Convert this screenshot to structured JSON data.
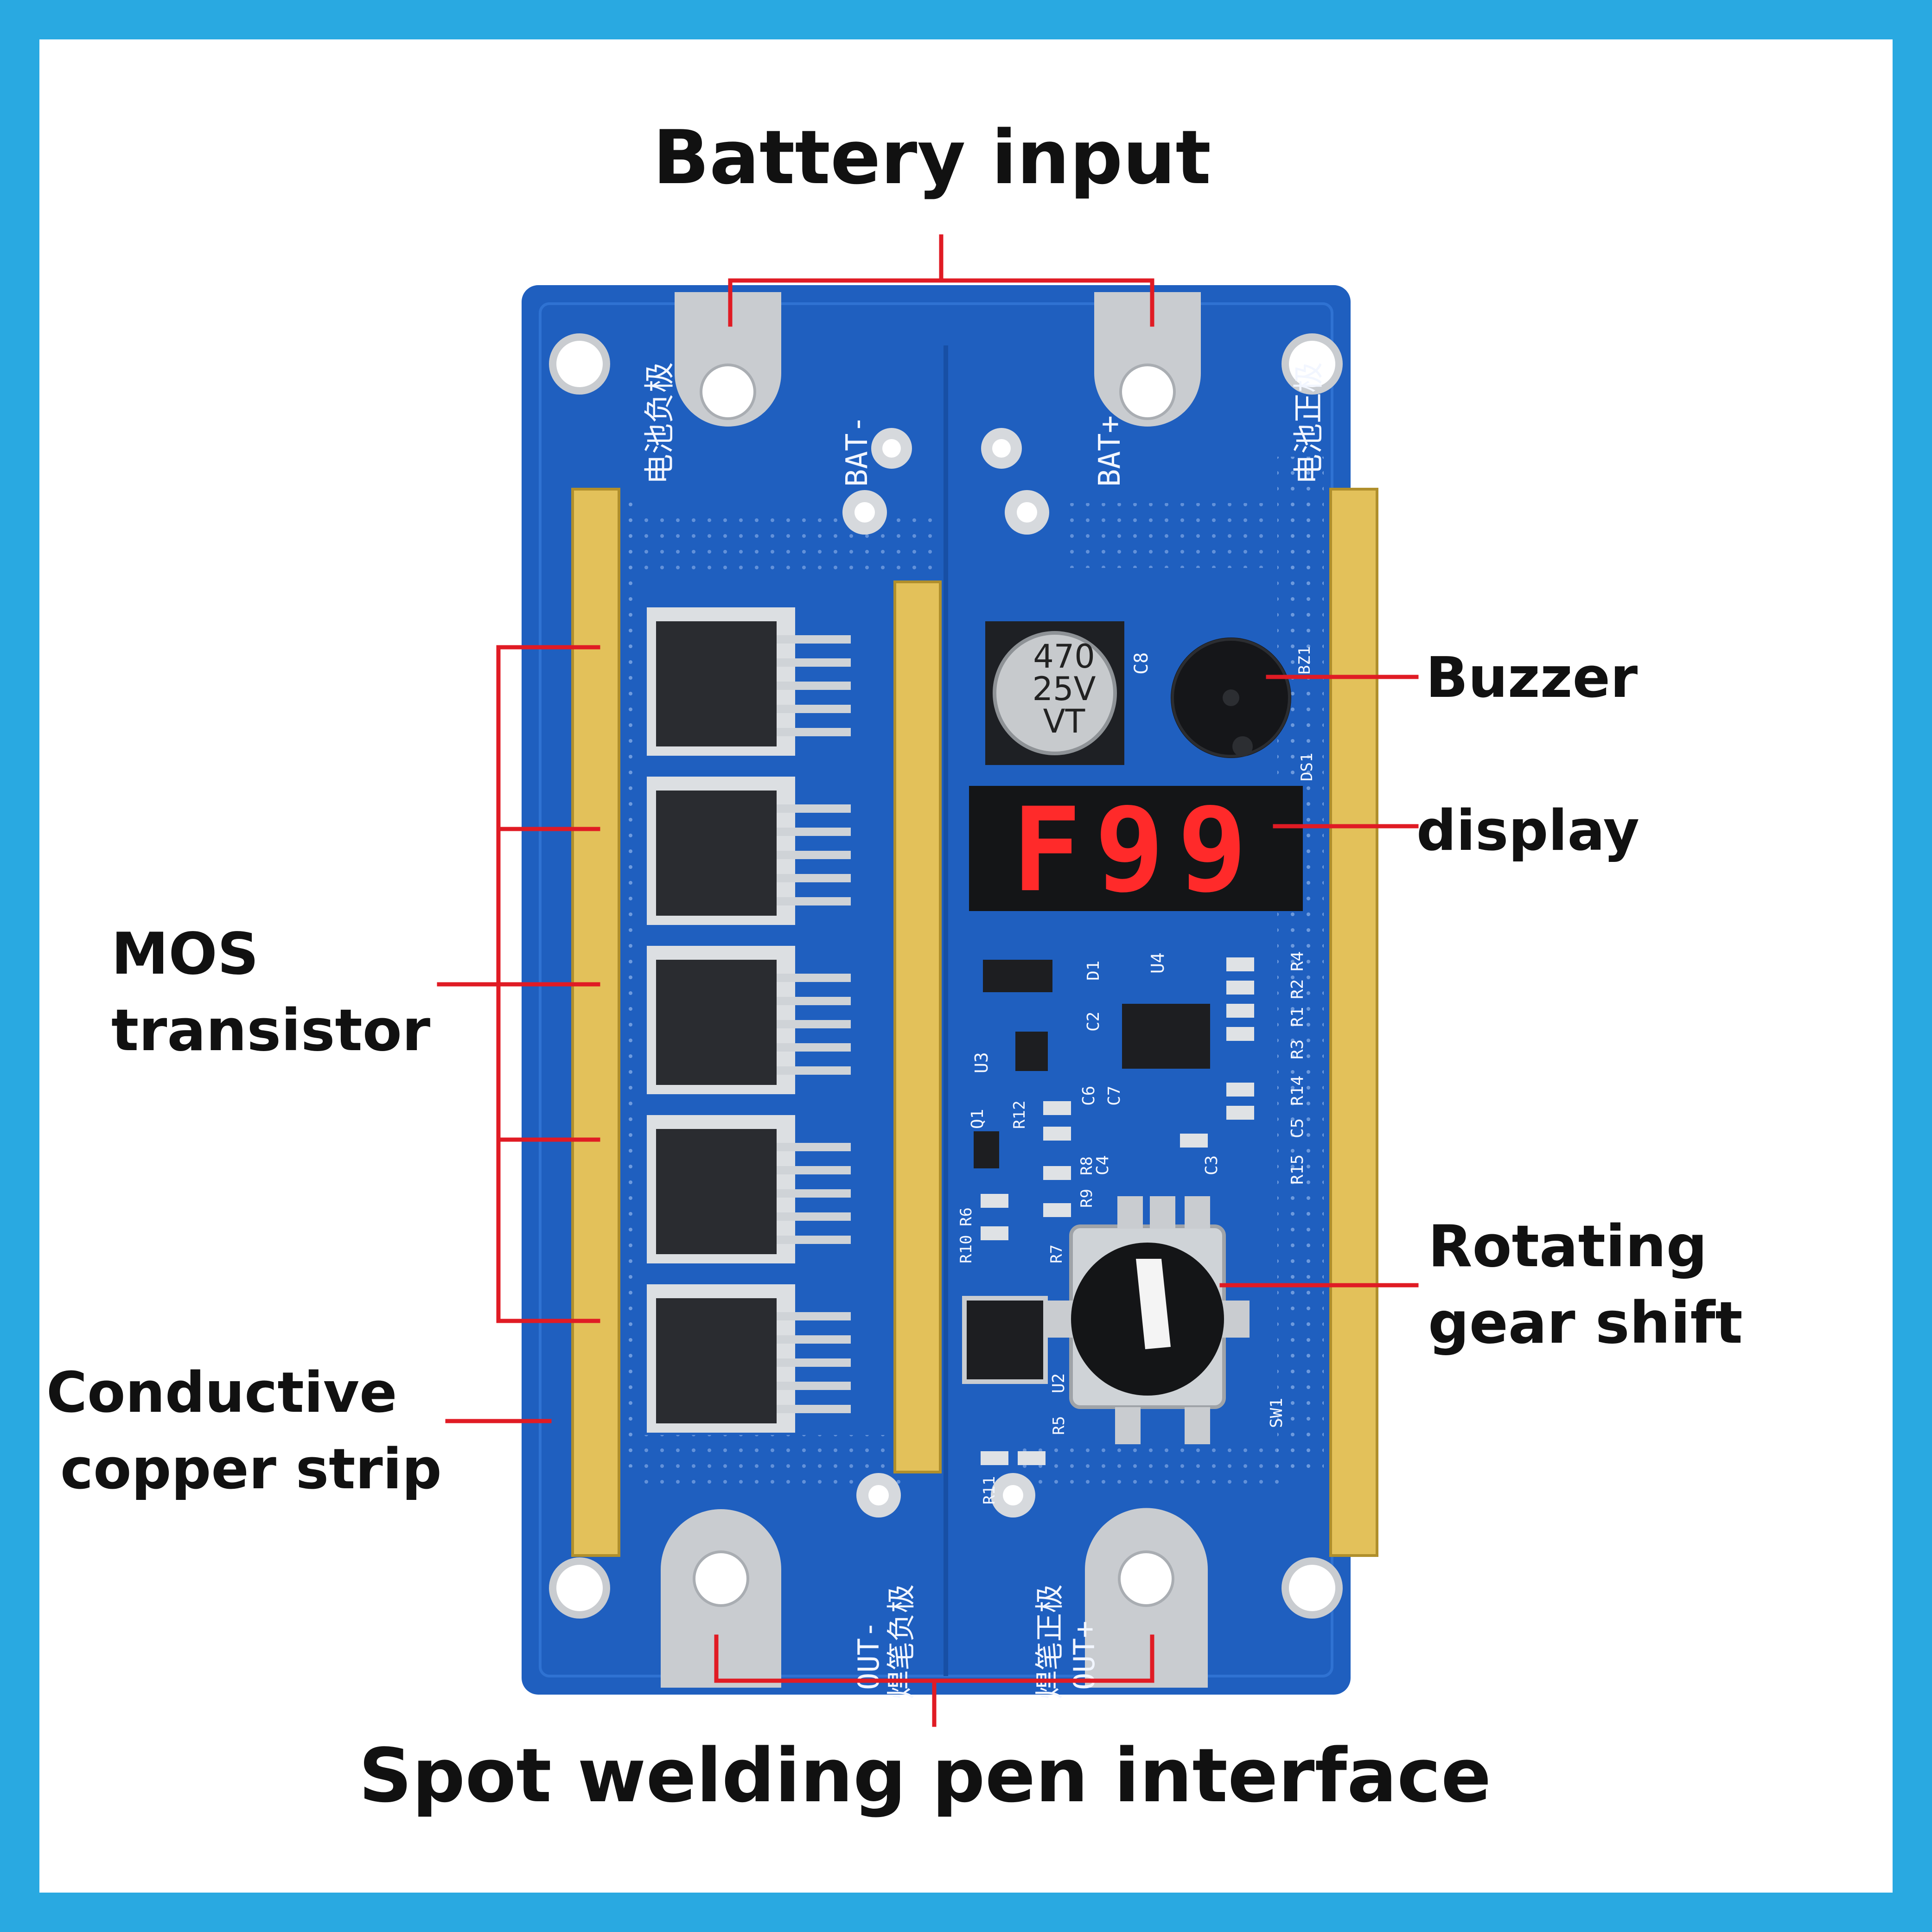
{
  "labels": {
    "battery_input": "Battery input",
    "buzzer": "Buzzer",
    "display": "display",
    "mos_line1": "MOS",
    "mos_line2": "transistor",
    "rotating_line1": "Rotating",
    "rotating_line2": "gear shift",
    "copper_line1": "Conductive",
    "copper_line2": "copper strip",
    "pen_interface": "Spot welding pen interface"
  },
  "board": {
    "silk_bat_neg": "BAT-",
    "silk_bat_pos": "BAT+",
    "silk_neg_cn": "电池负极",
    "silk_pos_cn": "电池正极",
    "silk_out_neg": "OUT-",
    "silk_out_pos": "OUT+",
    "silk_pen_neg_cn": "焊笔负极",
    "silk_pen_pos_cn": "焊笔正极",
    "cap_line1": "470",
    "cap_line2": "25V",
    "cap_line3": "VT",
    "display_readout": "F99",
    "ref_c8": "C8",
    "ref_bz1": "BZ1",
    "ref_ds1": "DS1",
    "ref_u4": "U4",
    "ref_u3": "U3",
    "ref_u2": "U2",
    "ref_d1": "D1",
    "ref_q1": "Q1",
    "ref_sw1": "SW1",
    "ref_r4": "R4",
    "ref_r2": "R2",
    "ref_r1": "R1",
    "ref_r3": "R3",
    "ref_r14": "R14",
    "ref_c5": "C5",
    "ref_r15": "R15",
    "ref_c3": "C3",
    "ref_c2": "C2",
    "ref_c6": "C6",
    "ref_c7": "C7",
    "ref_c4": "C4",
    "ref_r12": "R12",
    "ref_r9": "R9",
    "ref_r8": "R8",
    "ref_r7": "R7",
    "ref_r6": "R6",
    "ref_r10": "R10",
    "ref_r5": "R5",
    "ref_r11": "R11"
  },
  "colors": {
    "frame": "#29a9e1",
    "board": "#1f5fbf",
    "copper": "#e3c15a",
    "pad": "#c9ccd0",
    "callout": "#e01b24",
    "led": "#ff2a2a"
  }
}
